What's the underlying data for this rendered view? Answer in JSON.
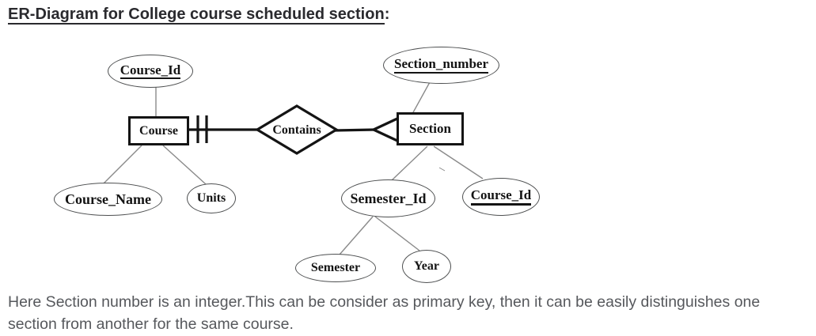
{
  "page": {
    "title": "ER-Diagram for College course scheduled section",
    "title_colon": ":",
    "description_lines": [
      "Here Section number is an integer.This can be consider as primary key, then it can be easily distinguishes one",
      "section from another for the same course."
    ]
  },
  "diagram": {
    "entities": {
      "course": {
        "label": "Course"
      },
      "section": {
        "label": "Section"
      }
    },
    "relationship": {
      "label": "Contains",
      "course_side_notation": "one (double bar)",
      "section_side_notation": "many (crow's foot)"
    },
    "attributes": {
      "course_id_of_course": {
        "label": "Course_Id",
        "primary_key": true,
        "owner": "Course"
      },
      "course_name": {
        "label": "Course_Name",
        "primary_key": false,
        "owner": "Course"
      },
      "units": {
        "label": "Units",
        "primary_key": false,
        "owner": "Course"
      },
      "section_number": {
        "label": "Section_number",
        "primary_key": true,
        "owner": "Section"
      },
      "semester_id": {
        "label": "Semester_Id",
        "primary_key": false,
        "owner": "Section"
      },
      "course_id_of_section": {
        "label": "Course_Id",
        "primary_key": true,
        "owner": "Section"
      },
      "semester": {
        "label": "Semester",
        "primary_key": false,
        "owner": "Semester_Id"
      },
      "year": {
        "label": "Year",
        "primary_key": false,
        "owner": "Semester_Id"
      }
    },
    "colors": {
      "entity_border": "#141414",
      "ellipse_border": "#4d4f50",
      "connector_line": "#8a8a8a",
      "relationship_line": "#141414",
      "label_text": "#141414",
      "body_text": "#56585c"
    }
  }
}
